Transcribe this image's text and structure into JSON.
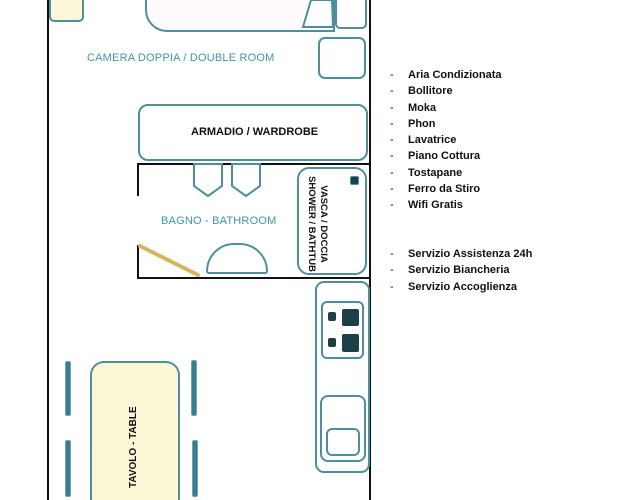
{
  "rooms": {
    "double_room": "CAMERA DOPPIA / DOUBLE ROOM",
    "bathroom": "BAGNO - BATHROOM"
  },
  "furniture": {
    "wardrobe": "ARMADIO / WARDROBE",
    "shower_line1": "VASCA / DOCCIA",
    "shower_line2": "SHOWER / BATHTUB",
    "table": "TAVOLO - TABLE"
  },
  "amenities": [
    {
      "dash": "-",
      "label": "Aria Condizionata"
    },
    {
      "dash": "-",
      "label": "Bollitore"
    },
    {
      "dash": "-",
      "label": "Moka"
    },
    {
      "dash": "-",
      "label": "Phon"
    },
    {
      "dash": "-",
      "label": "Lavatrice"
    },
    {
      "dash": "-",
      "label": "Piano Cottura"
    },
    {
      "dash": "-",
      "label": "Tostapane"
    },
    {
      "dash": "-",
      "label": "Ferro da Stiro"
    },
    {
      "dash": "-",
      "label": "Wifi Gratis"
    }
  ],
  "services": [
    {
      "dash": "-",
      "label": "Servizio Assistenza 24h"
    },
    {
      "dash": "-",
      "label": "Servizio Biancheria"
    },
    {
      "dash": "-",
      "label": "Servizio Accoglienza"
    }
  ],
  "colors": {
    "outline": "#4e8f9b",
    "room_label": "#3f97a3",
    "table_fill": "#fbf6d6",
    "door": "#d6b45a",
    "wall": "#111111"
  }
}
